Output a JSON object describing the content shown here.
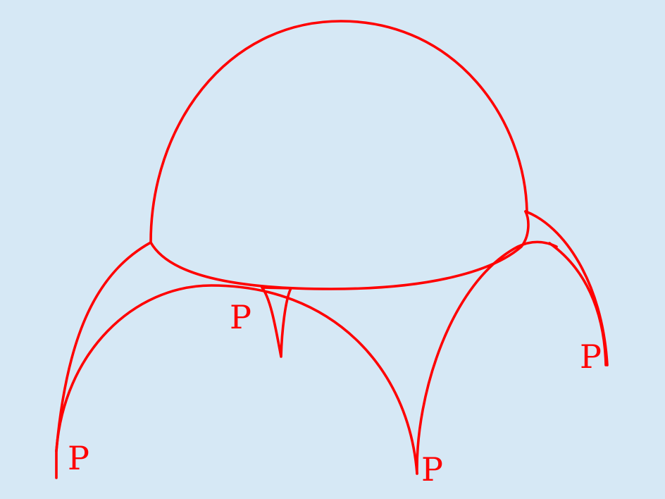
{
  "diagram": {
    "background": "#d6e8f5",
    "stroke_color": "#ff0000",
    "label_color": "#ff0000",
    "pendentive_labels": [
      "P",
      "P",
      "P",
      "P"
    ]
  }
}
